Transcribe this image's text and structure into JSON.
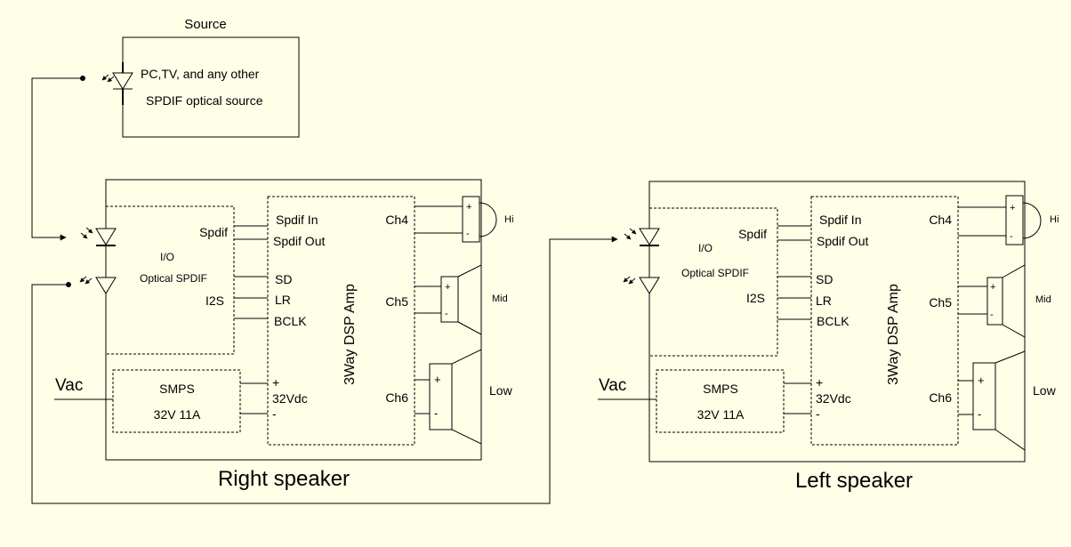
{
  "source": {
    "heading": "Source",
    "line1": "PC,TV, and any other",
    "line2": "SPDIF optical source"
  },
  "speakers": [
    {
      "caption": "Right speaker",
      "io": {
        "title": "I/O",
        "subtitle": "Optical SPDIF",
        "spdif": "Spdif",
        "i2s": "I2S"
      },
      "smps": {
        "title": "SMPS",
        "rating": "32V  11A",
        "plus": "+",
        "voltage": "32Vdc",
        "minus": "-"
      },
      "input": "Vac",
      "dsp": {
        "title": "3Way DSP Amp",
        "spdif_in": "Spdif In",
        "spdif_out": "Spdif Out",
        "sd": "SD",
        "lr": "LR",
        "bclk": "BCLK",
        "ch4": "Ch4",
        "ch5": "Ch5",
        "ch6": "Ch6"
      },
      "drivers": {
        "hi": "Hi",
        "mid": "Mid",
        "low": "Low",
        "plus": "+",
        "minus": "-"
      }
    },
    {
      "caption": "Left speaker",
      "io": {
        "title": "I/O",
        "subtitle": "Optical SPDIF",
        "spdif": "Spdif",
        "i2s": "I2S"
      },
      "smps": {
        "title": "SMPS",
        "rating": "32V  11A",
        "plus": "+",
        "voltage": "32Vdc",
        "minus": "-"
      },
      "input": "Vac",
      "dsp": {
        "title": "3Way DSP Amp",
        "spdif_in": "Spdif In",
        "spdif_out": "Spdif Out",
        "sd": "SD",
        "lr": "LR",
        "bclk": "BCLK",
        "ch4": "Ch4",
        "ch5": "Ch5",
        "ch6": "Ch6"
      },
      "drivers": {
        "hi": "Hi",
        "mid": "Mid",
        "low": "Low",
        "plus": "+",
        "minus": "-"
      }
    }
  ]
}
